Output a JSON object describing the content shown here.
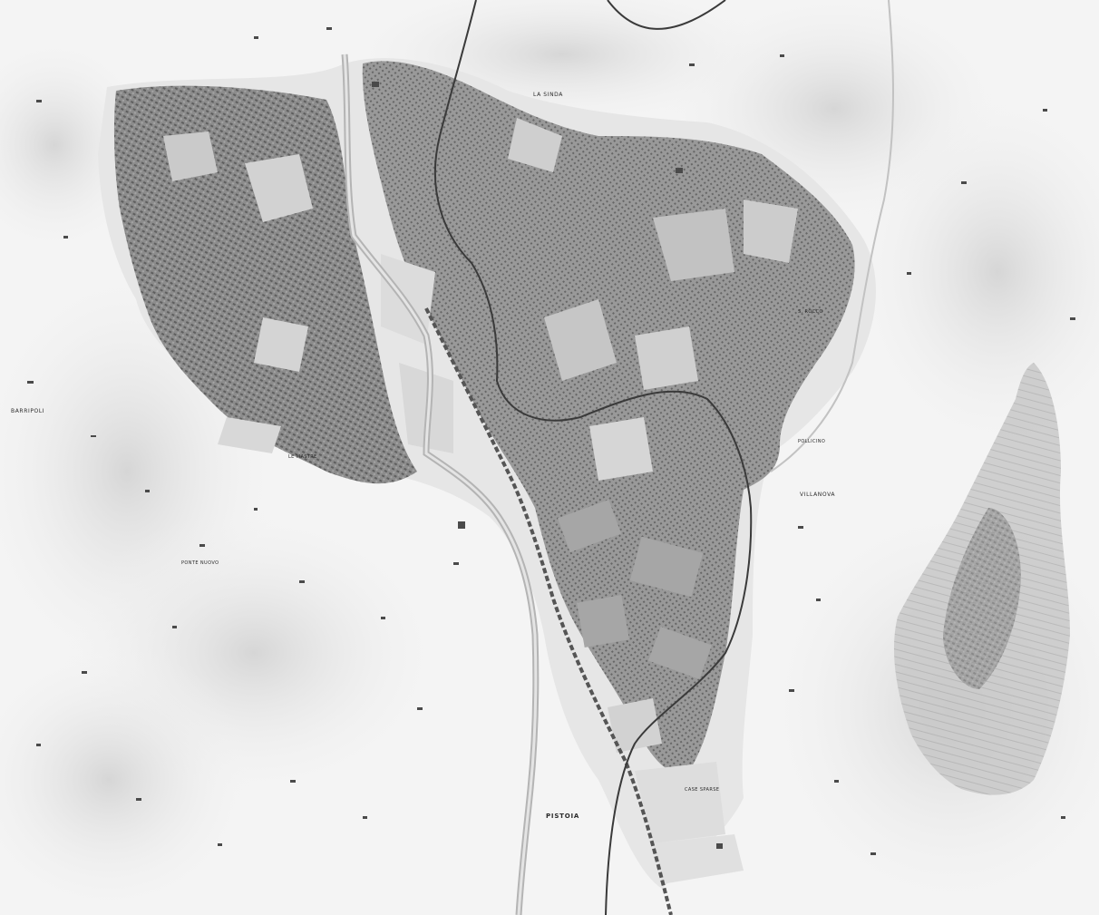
{
  "map": {
    "colors": {
      "background": "#ffffff",
      "terrain_light": "#f1f1f1",
      "terrain_shade": "#dcdcdc",
      "urban_fill": "#8c8c8c",
      "urban_dark": "#5e5e5e",
      "field_fill": "#cfcfcf",
      "river": "#b4b4b4",
      "rail": "#3a3a3a",
      "label": "#2a2a2a"
    },
    "labels": {
      "la_sinda": "LA SINDA",
      "barripoli": "BARRIPOLI",
      "villanova": "VILLANOVA",
      "pistoia": "PISTOIA",
      "pollicino": "POLLICINO",
      "le_mastre": "LE MASTRE",
      "san_rocco": "S. ROCCO",
      "ponte_nuovo": "PONTE NUOVO",
      "case_sparse": "CASE SPARSE"
    }
  }
}
